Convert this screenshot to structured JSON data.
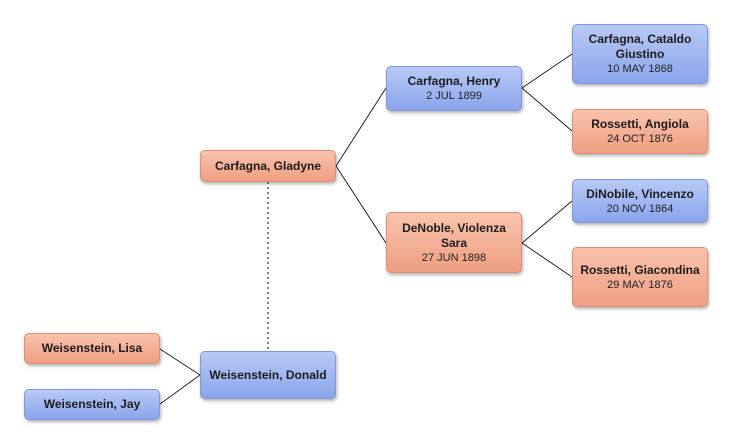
{
  "people": [
    {
      "id": "lisa",
      "name": "Weisenstein, Lisa",
      "date": "",
      "sex": "female"
    },
    {
      "id": "jay",
      "name": "Weisenstein, Jay",
      "date": "",
      "sex": "male"
    },
    {
      "id": "donald",
      "name": "Weisenstein, Donald",
      "date": "",
      "sex": "male"
    },
    {
      "id": "gladyne",
      "name": "Carfagna, Gladyne",
      "date": "",
      "sex": "female"
    },
    {
      "id": "henry",
      "name": "Carfagna, Henry",
      "date": "2 JUL 1899",
      "sex": "male"
    },
    {
      "id": "violenza",
      "name": "DeNoble, Violenza Sara",
      "date": "27 JUN 1898",
      "sex": "female"
    },
    {
      "id": "cataldo",
      "name": "Carfagna, Cataldo Giustino",
      "date": "10 MAY 1868",
      "sex": "male"
    },
    {
      "id": "angiola",
      "name": "Rossetti, Angiola",
      "date": "24 OCT 1876",
      "sex": "female"
    },
    {
      "id": "vincenzo",
      "name": "DiNobile, Vincenzo",
      "date": "20 NOV 1864",
      "sex": "male"
    },
    {
      "id": "giacondina",
      "name": "Rossetti, Giacondina",
      "date": "29 MAY 1876",
      "sex": "female"
    }
  ],
  "colors": {
    "male": "#9ab2ef",
    "female": "#f4af94",
    "line": "#222222"
  }
}
